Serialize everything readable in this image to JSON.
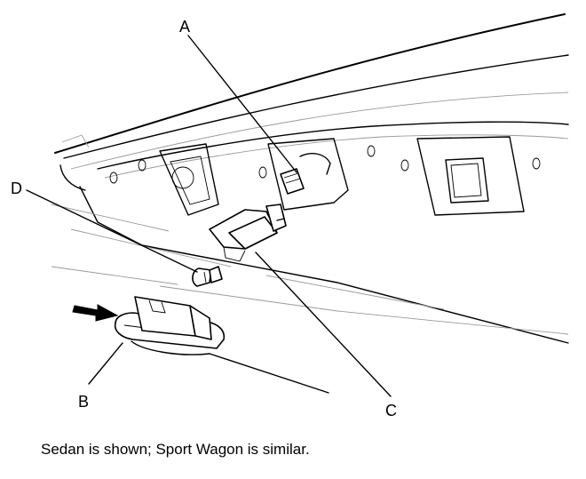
{
  "labels": {
    "a": "A",
    "b": "B",
    "c": "C",
    "d": "D"
  },
  "caption": "Sedan is shown; Sport Wagon is similar."
}
